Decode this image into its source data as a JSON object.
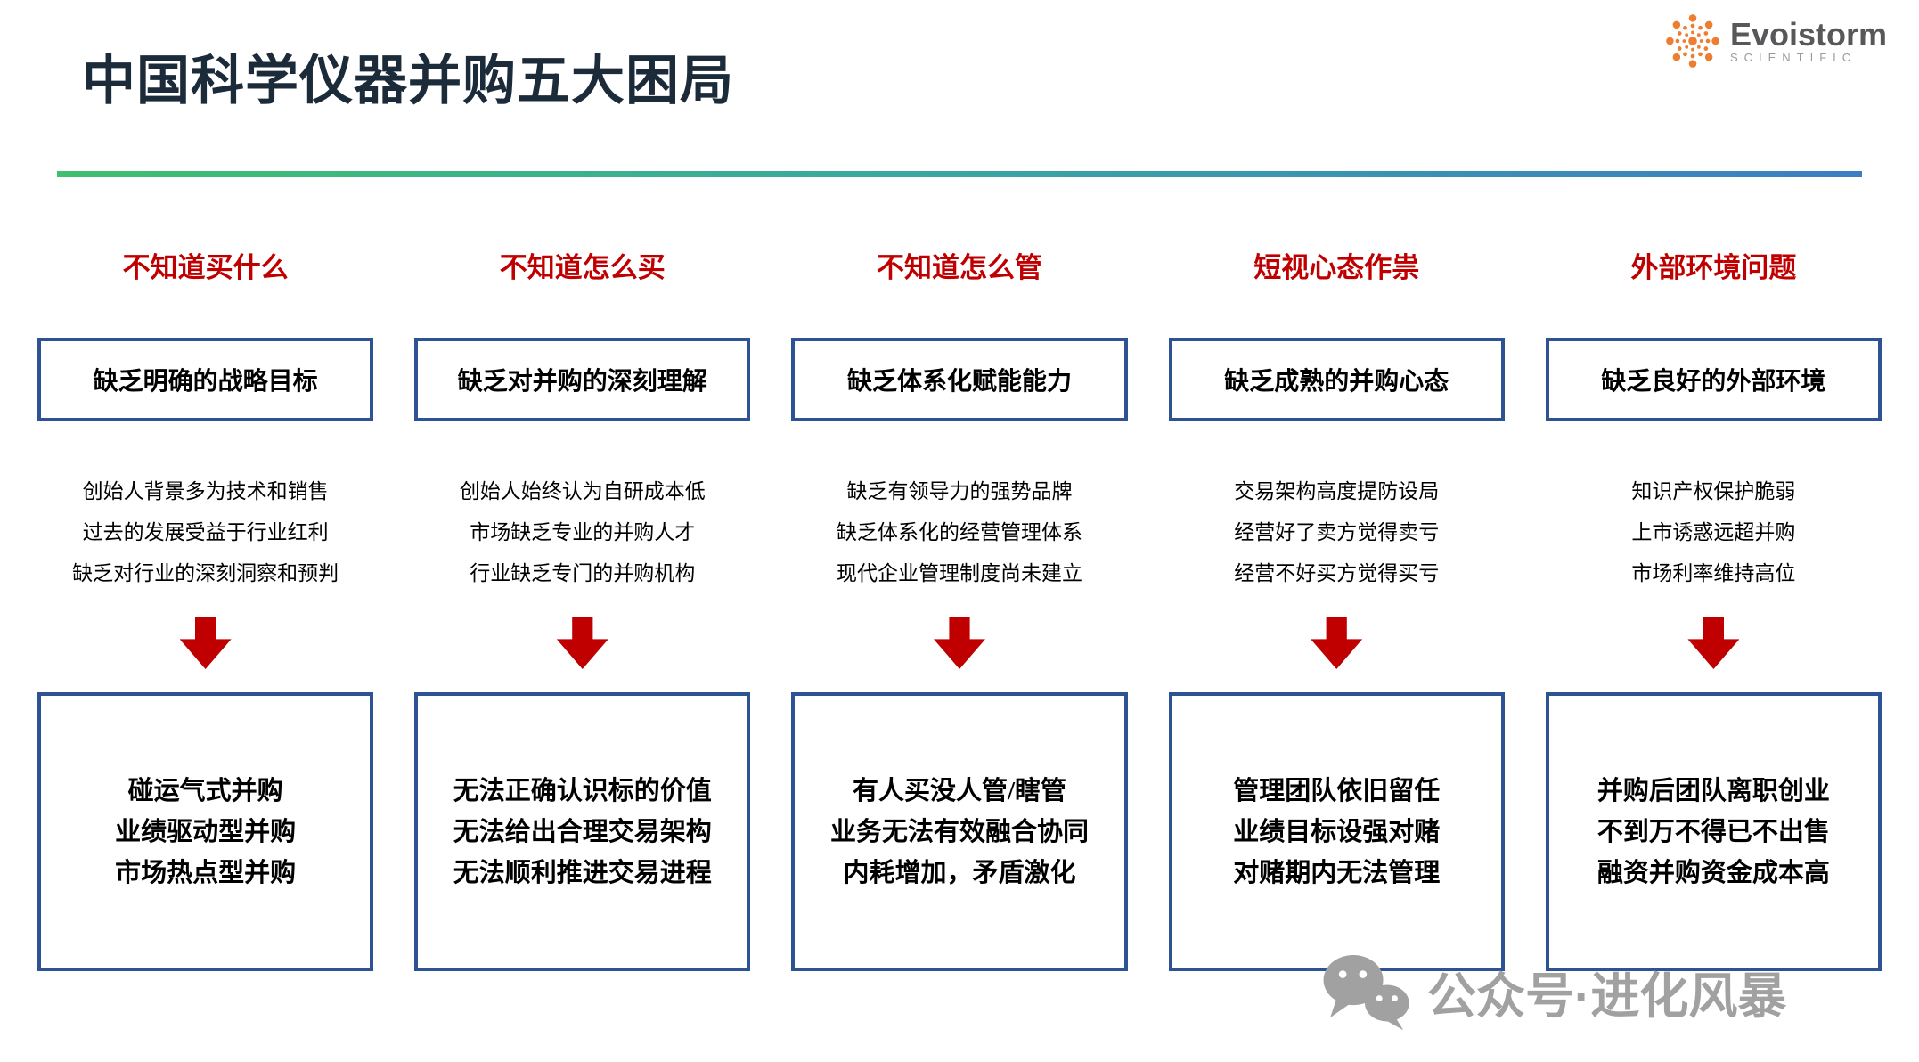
{
  "page": {
    "title": "中国科学仪器并购五大困局"
  },
  "logo": {
    "name": "Evoistorm",
    "subtitle": "SCIENTIFIC",
    "icon": "starburst-icon"
  },
  "colors": {
    "title_text": "#1c2b3a",
    "header_red": "#c00000",
    "box_border_blue": "#2e5394",
    "arrow_red": "#c00000",
    "logo_orange": "#ed7d31",
    "watermark_gray": "#a1a1a1",
    "divider_gradient_start": "#3fbf6f",
    "divider_gradient_end": "#3b7ec4"
  },
  "columns": [
    {
      "header": "不知道买什么",
      "box": "缺乏明确的战略目标",
      "bullets": [
        "创始人背景多为技术和销售",
        "过去的发展受益于行业红利",
        "缺乏对行业的深刻洞察和预判"
      ],
      "results": [
        "碰运气式并购",
        "业绩驱动型并购",
        "市场热点型并购"
      ]
    },
    {
      "header": "不知道怎么买",
      "box": "缺乏对并购的深刻理解",
      "bullets": [
        "创始人始终认为自研成本低",
        "市场缺乏专业的并购人才",
        "行业缺乏专门的并购机构"
      ],
      "results": [
        "无法正确认识标的价值",
        "无法给出合理交易架构",
        "无法顺利推进交易进程"
      ]
    },
    {
      "header": "不知道怎么管",
      "box": "缺乏体系化赋能能力",
      "bullets": [
        "缺乏有领导力的强势品牌",
        "缺乏体系化的经营管理体系",
        "现代企业管理制度尚未建立"
      ],
      "results": [
        "有人买没人管/瞎管",
        "业务无法有效融合协同",
        "内耗增加，矛盾激化"
      ]
    },
    {
      "header": "短视心态作祟",
      "box": "缺乏成熟的并购心态",
      "bullets": [
        "交易架构高度提防设局",
        "经营好了卖方觉得卖亏",
        "经营不好买方觉得买亏"
      ],
      "results": [
        "管理团队依旧留任",
        "业绩目标设强对赌",
        "对赌期内无法管理"
      ]
    },
    {
      "header": "外部环境问题",
      "box": "缺乏良好的外部环境",
      "bullets": [
        "知识产权保护脆弱",
        "上市诱惑远超并购",
        "市场利率维持高位"
      ],
      "results": [
        "并购后团队离职创业",
        "不到万不得已不出售",
        "融资并购资金成本高"
      ]
    }
  ],
  "watermark": {
    "text": "公众号·进化风暴",
    "icon": "wechat-icon"
  },
  "icons": {
    "arrow": "down-arrow-icon"
  }
}
